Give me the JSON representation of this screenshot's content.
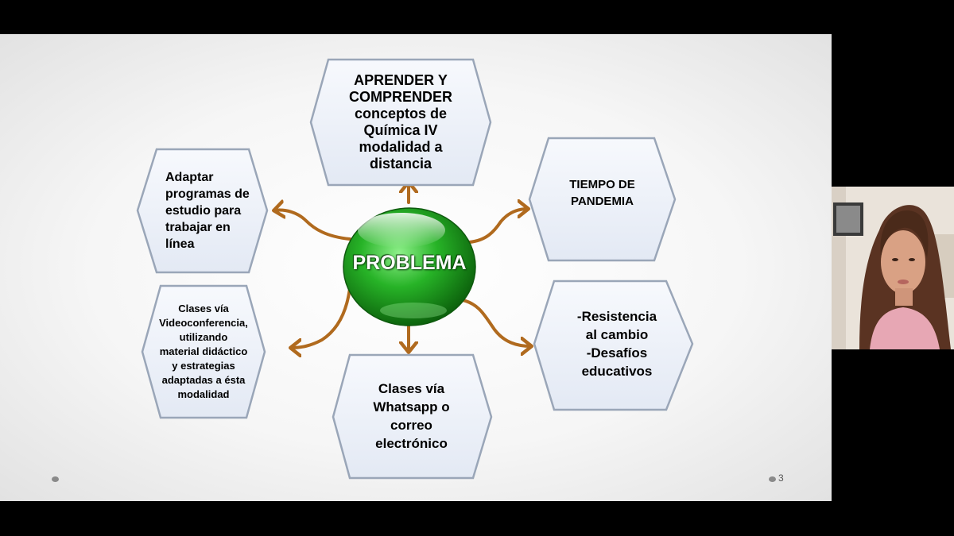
{
  "diagram": {
    "center_label": "PROBLEMA",
    "nodes": [
      {
        "id": "top",
        "text": "APRENDER Y\nCOMPRENDER\nconceptos de\nQuímica IV\nmodalidad a\ndistancia"
      },
      {
        "id": "upper-left",
        "text": "Adaptar\nprogramas de\nestudio para\ntrabajar en\nlínea"
      },
      {
        "id": "upper-right",
        "text": "TIEMPO DE\nPANDEMIA"
      },
      {
        "id": "lower-left",
        "text": "Clases vía\nVideoconferencia,\nutilizando\nmaterial didáctico\ny estrategias\nadaptadas a ésta\nmodalidad"
      },
      {
        "id": "bottom",
        "text": "Clases vía\nWhatsapp o\ncorreo\nelectrónico"
      },
      {
        "id": "lower-right",
        "text": "-Resistencia\nal cambio\n-Desafíos\neducativos"
      }
    ]
  },
  "slide": {
    "page_number": "3"
  },
  "colors": {
    "arrow": "#b06a1e",
    "hex_fill": "#eef2fa",
    "hex_border": "#9aa6b8",
    "sphere": "#1fa21f"
  }
}
